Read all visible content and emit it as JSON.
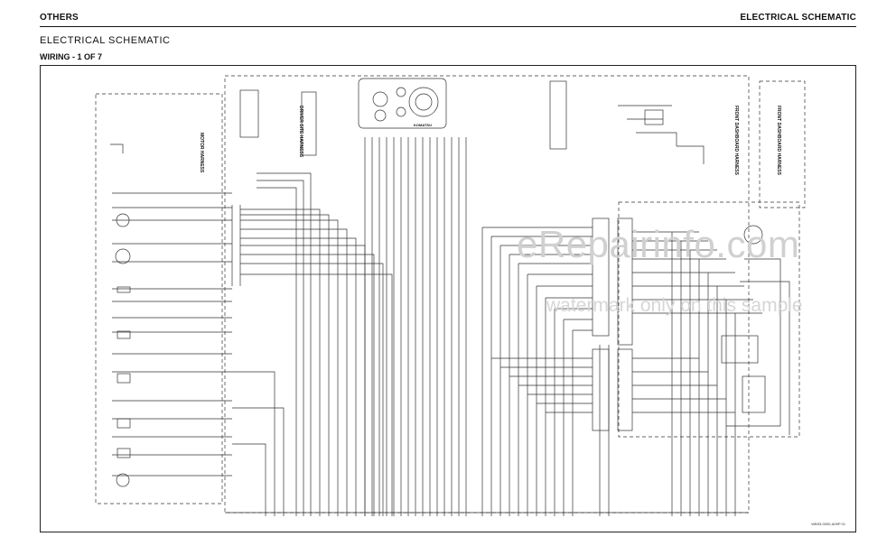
{
  "header": {
    "left": "OTHERS",
    "right": "ELECTRICAL SCHEMATIC"
  },
  "title": "ELECTRICAL SCHEMATIC",
  "subtitle": "WIRING - 1 OF 7",
  "harness_labels": {
    "motor": "MOTOR HARNESS",
    "driver_site": "DRIVER SITE HARNESS",
    "front_dashboard": "FRONT DASHBOARD HARNESS",
    "front_dashboard_2": "FRONT DASHBOARD HARNESS"
  },
  "gauge_brand": "KOMATSU",
  "watermark": {
    "main": "eRepairinfo.com",
    "sub": "watermark only on this sample"
  },
  "figure_id": "WB93-0000-A09P 01",
  "colors": {
    "line": "#222222",
    "watermark": "#cccccc",
    "background": "#ffffff"
  }
}
